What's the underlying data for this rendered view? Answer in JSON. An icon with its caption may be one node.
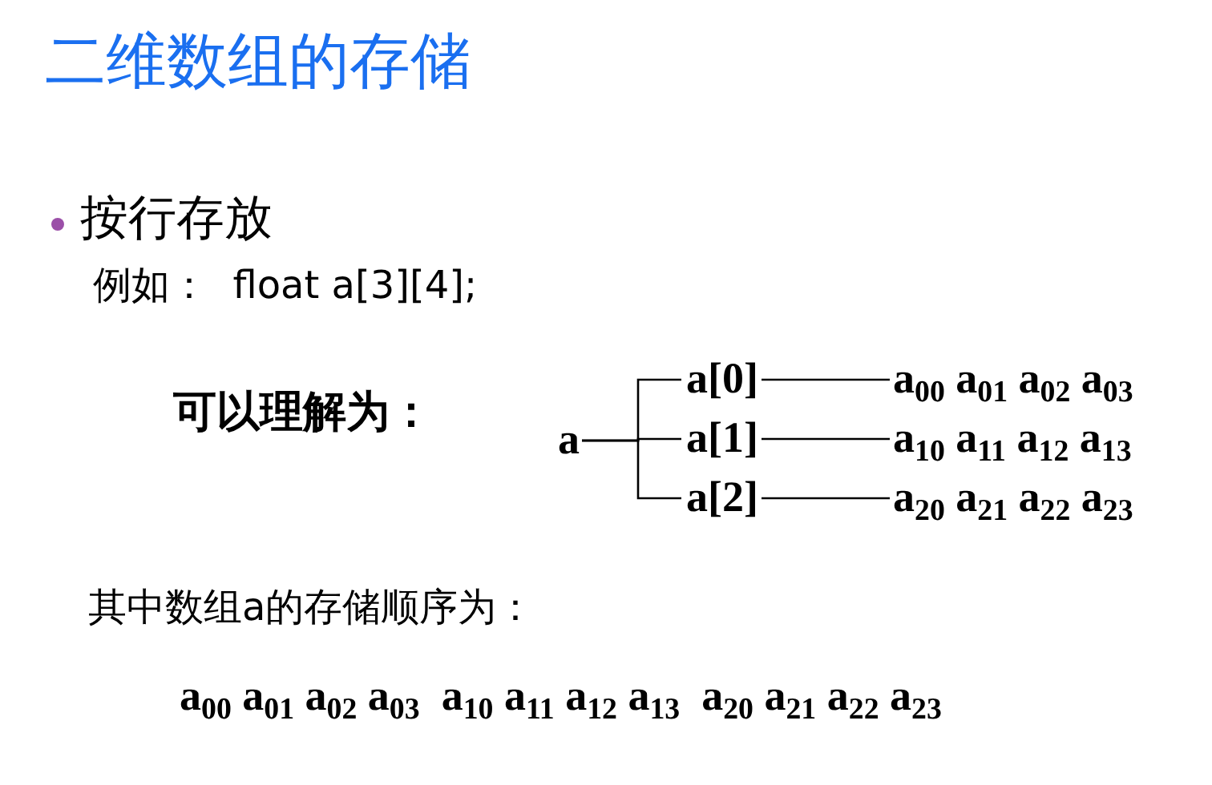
{
  "diagram": {
    "title": "二维数组的存储",
    "nodes": [
      {
        "text": [
          "a"
        ]
      },
      {
        "text": [
          "a[0]"
        ]
      },
      {
        "text": [
          "a[1]"
        ]
      },
      {
        "text": [
          "a[2]"
        ]
      },
      {
        "text": [
          "a$_{00}$ a$_{01}$ a$_{02}$ a$_{03}$"
        ]
      },
      {
        "text": [
          "a$_{10}$ a$_{11}$ a$_{12}$ a$_{13}$"
        ]
      },
      {
        "text": [
          "a$_{20}$ a$_{21}$ a$_{22}$ a$_{23}$"
        ]
      }
    ],
    "edges": [
      {
        "from": 0,
        "to": 1,
        "arrow": "none"
      },
      {
        "from": 0,
        "to": 2,
        "arrow": "none"
      },
      {
        "from": 0,
        "to": 3,
        "arrow": "none"
      },
      {
        "from": 1,
        "to": 4,
        "arrow": "none"
      },
      {
        "from": 2,
        "to": 5,
        "arrow": "none"
      },
      {
        "from": 3,
        "to": 6,
        "arrow": "none"
      }
    ],
    "labels": [
      "按行存放",
      "例如：  float a[3][4];",
      "可以理解为：",
      "其中数组a的存储顺序为：",
      "a$_{00}$ a$_{01}$ a$_{02}$ a$_{03}$  a$_{10}$ a$_{11}$ a$_{12}$ a$_{13}$  a$_{20}$ a$_{21}$ a$_{22}$ a$_{23}$"
    ]
  }
}
